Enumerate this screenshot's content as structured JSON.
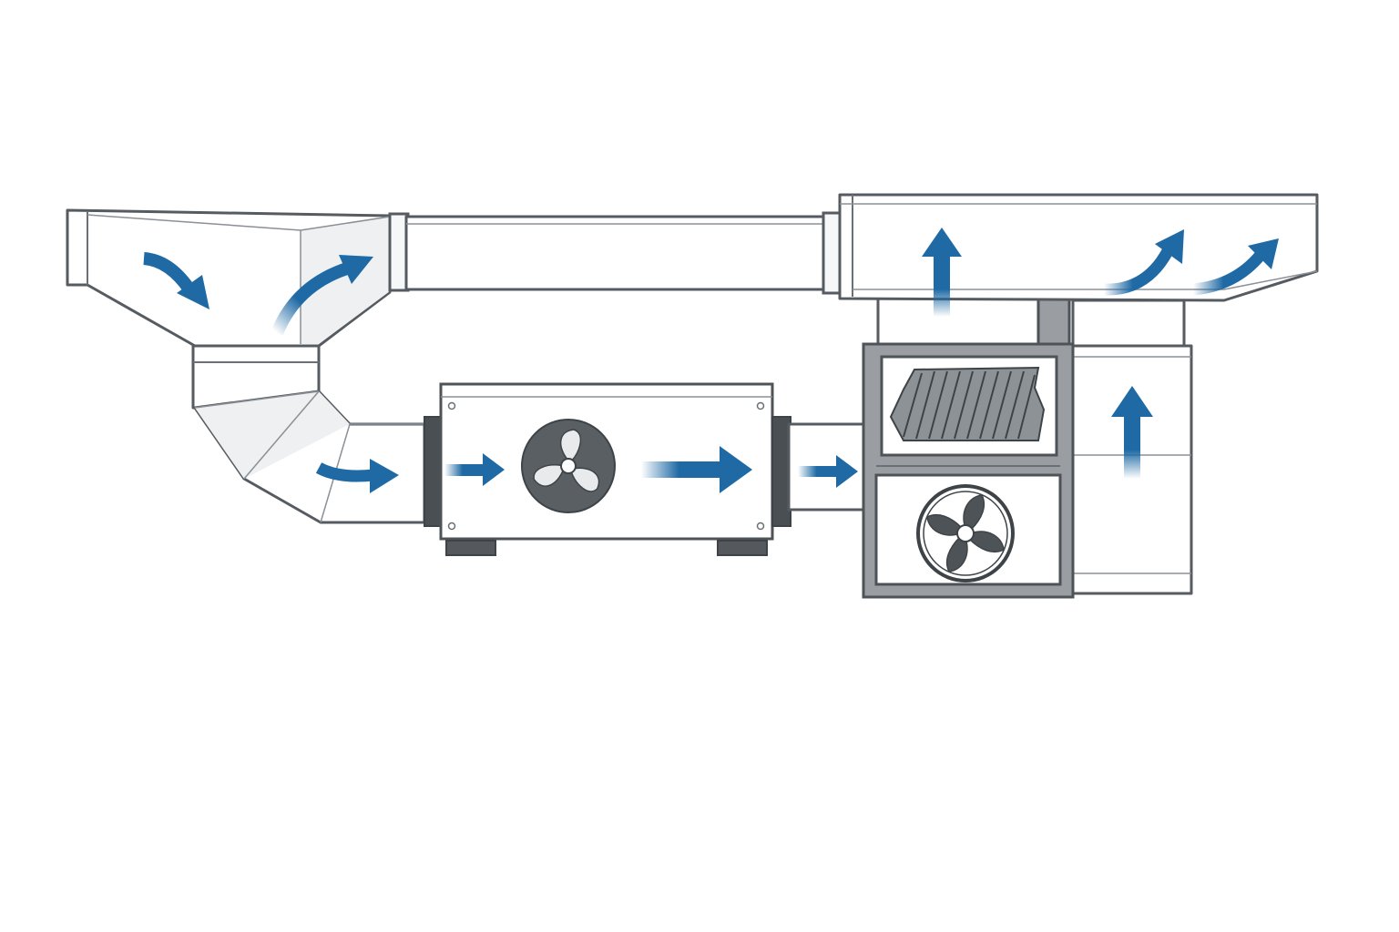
{
  "diagram": {
    "kind": "hvac-airflow-schematic",
    "components": [
      "return-air-plenum",
      "elbow-duct",
      "inline-fan-unit",
      "air-handler",
      "cooling-coil",
      "blower-fan",
      "supply-plenum",
      "supply-riser-duct"
    ],
    "flow_arrow_count": 11
  },
  "colors": {
    "airflow": "#1f6aa5",
    "outline": "#555b60",
    "frame": "#9a9ea2",
    "fan": "#5a5f64"
  },
  "icons": [
    "fan-icon",
    "blower-fan-icon",
    "cooling-coil-icon",
    "airflow-arrow-icon"
  ]
}
